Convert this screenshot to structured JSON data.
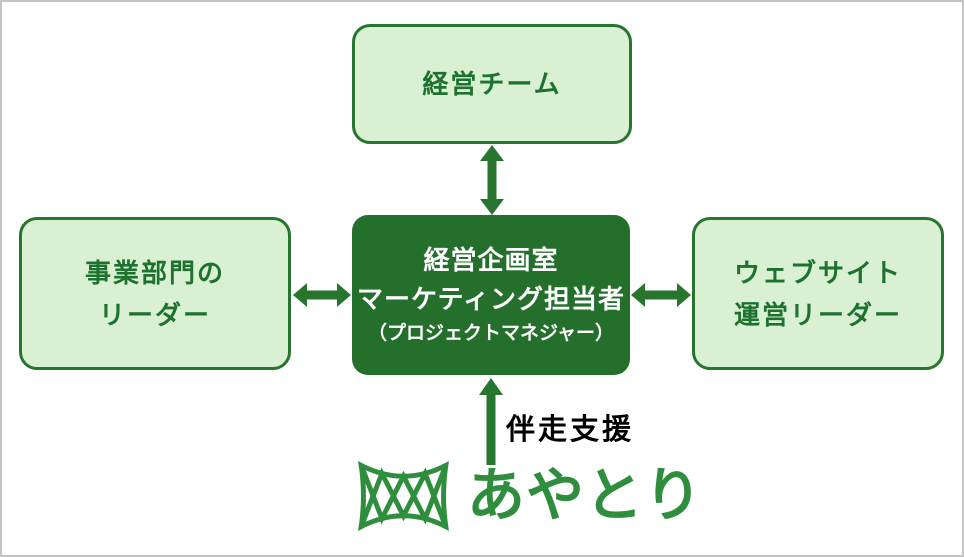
{
  "page": {
    "background": "#ffffff",
    "frame_border_color": "#c4c4c4"
  },
  "colors": {
    "box_fill_light": "#d9f0d2",
    "box_border_green": "#27752f",
    "box_text_green": "#1e7230",
    "center_box_fill": "#256f2d",
    "center_box_text": "#ffffff",
    "arrow_green": "#27752f",
    "support_label_text": "#000000",
    "logo_green": "#2f8e3e"
  },
  "nodes": {
    "management_team": {
      "label": "経営チーム"
    },
    "business_division_leader": {
      "line1": "事業部門の",
      "line2": "リーダー"
    },
    "center_pm": {
      "line1": "経営企画室",
      "line2": "マーケティング担当者",
      "line3": "（プロジェクトマネジャー）"
    },
    "website_operations_leader": {
      "line1": "ウェブサイト",
      "line2": "運営リーダー"
    }
  },
  "arrows": {
    "top_center": "bidirectional-vertical",
    "left_center": "bidirectional-horizontal",
    "right_center": "bidirectional-horizontal",
    "logo_center": "up"
  },
  "annotations": {
    "support_label": "伴走支援"
  },
  "logo": {
    "icon": "cats-cradle-string-figure",
    "text": "あやとり"
  }
}
